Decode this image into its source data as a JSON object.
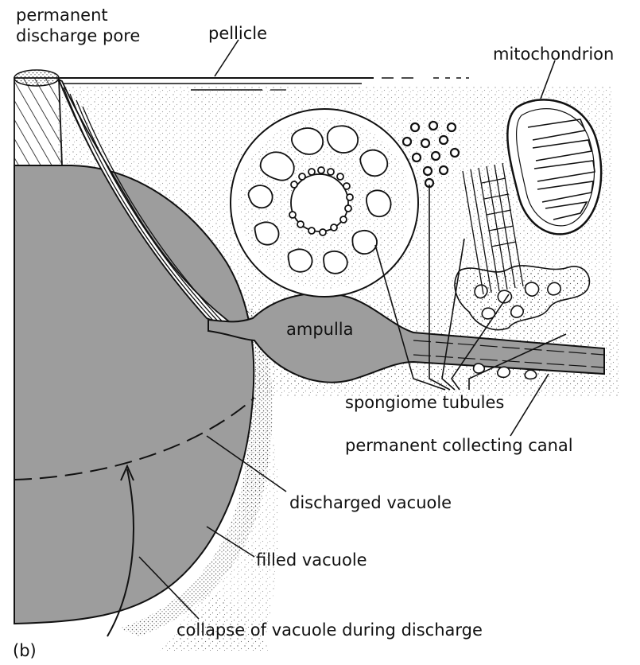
{
  "figure": {
    "panel_label": "(b)",
    "colors": {
      "vacuole_fill": "#9d9d9d",
      "ink": "#111111",
      "stipple": "#4a4a4a",
      "paper": "#ffffff"
    }
  },
  "labels": {
    "discharge_pore": "permanent\ndischarge pore",
    "pellicle": "pellicle",
    "mitochondrion": "mitochondrion",
    "ampulla": "ampulla",
    "spongiome_tubules": "spongiome tubules",
    "collecting_canal": "permanent collecting canal",
    "discharged_vacuole": "discharged vacuole",
    "filled_vacuole": "filled vacuole",
    "collapse": "collapse of vacuole during discharge"
  }
}
